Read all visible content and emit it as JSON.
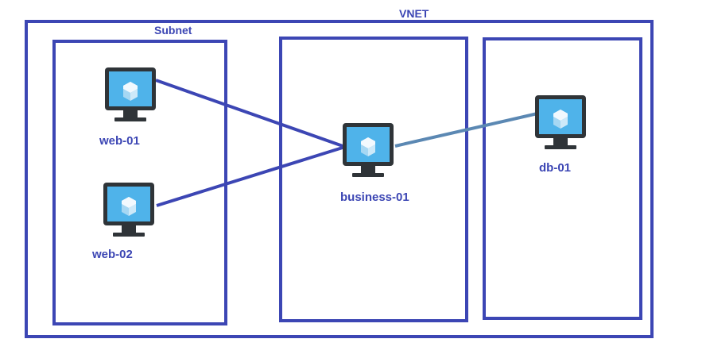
{
  "colors": {
    "frame": "#3c46b4",
    "label": "#3c46b4",
    "link_primary": "#3c46b4",
    "link_secondary": "#5b88b3",
    "monitor_body": "#2f3438",
    "monitor_screen": "#4fb3ea",
    "cube_light": "#f2f9fe",
    "cube_mid": "#cde9f9",
    "cube_dark": "#a6d7f3"
  },
  "areas": {
    "vnet": {
      "label": "VNET"
    },
    "subnet": {
      "label": "Subnet"
    }
  },
  "vms": {
    "web01": {
      "label": "web-01",
      "icon": "virtual-machine-icon"
    },
    "web02": {
      "label": "web-02",
      "icon": "virtual-machine-icon"
    },
    "business01": {
      "label": "business-01",
      "icon": "virtual-machine-icon"
    },
    "db01": {
      "label": "db-01",
      "icon": "virtual-machine-icon"
    }
  }
}
